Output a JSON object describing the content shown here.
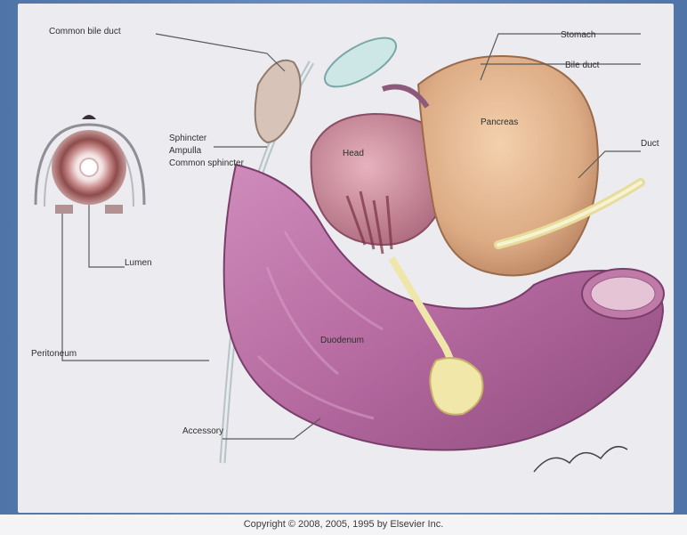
{
  "figure": {
    "labels": {
      "common_duct": "Common bile duct",
      "sphincter": "Common sphincter",
      "lumen": "Lumen",
      "peritoneum": "Peritoneum",
      "sphincter_top": "Sphincter",
      "ampulla": "Ampulla",
      "bile_duct": "Bile duct",
      "accessory": "Accessory",
      "duodenum": "Duodenum",
      "head": "Head",
      "pancreas": "Pancreas",
      "stomach": "Stomach",
      "duct_label": "Duct"
    },
    "copyright": "Copyright © 2008, 2005, 1995 by Elsevier Inc."
  },
  "colors": {
    "frame": "#5b7fb0",
    "panel": "#ecebef",
    "duodenum": "#b0679a",
    "stomach": "#e0b48d",
    "pancreas_head": "#c98a99",
    "duct": "#f0e6a6",
    "label_line": "#5a5a5a"
  }
}
